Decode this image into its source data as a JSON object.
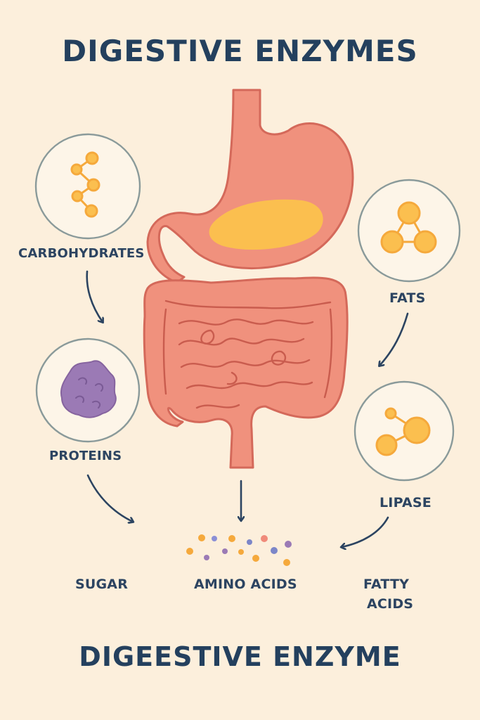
{
  "title": "DIGESTIVE ENZYMES",
  "bottom_title": "DIGEESTIVE ENZYME",
  "nutrients": {
    "carbohydrates": "CARBOHYDRATES",
    "fats": "FATS",
    "proteins": "PROTEINS",
    "lipase": "LIPASE"
  },
  "products": {
    "sugar": "SUGAR",
    "amino_acids": "AMINO ACIDS",
    "fatty_acids_line1": "FATTY",
    "fatty_acids_line2": "ACIDS"
  },
  "colors": {
    "background": "#fcefdc",
    "organ": "#f0917d",
    "organ_outline": "#d4695a",
    "stomach_contents": "#fbbf4f",
    "molecule_orange": "#f5a93c",
    "protein_purple": "#9b7ab5",
    "arrow": "#2c4461",
    "circle_outline": "#8a9a9a"
  },
  "icons": [
    "carbohydrate-molecule-icon",
    "fat-molecule-icon",
    "protein-blob-icon",
    "lipase-molecule-icon",
    "stomach-icon",
    "intestine-icon"
  ]
}
